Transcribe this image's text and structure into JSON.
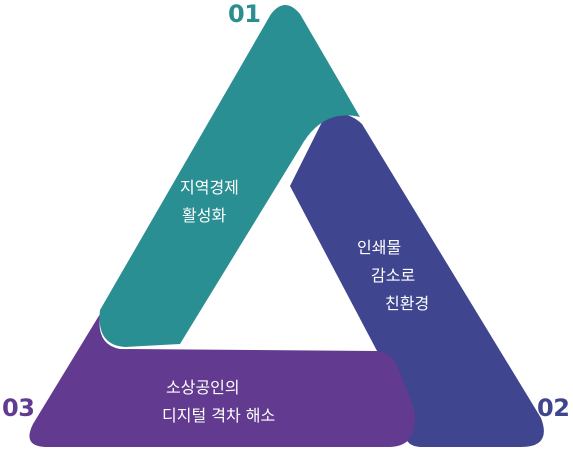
{
  "colors": {
    "teal": "#2a8f93",
    "indigo": "#3f458e",
    "purple": "#623a8f",
    "background": "#ffffff"
  },
  "segments": [
    {
      "number": "01",
      "color": "#2a8f93",
      "lines": [
        "지역경제",
        "활성화"
      ]
    },
    {
      "number": "02",
      "color": "#3f458e",
      "lines": [
        "인쇄물",
        "감소로",
        "친환경"
      ]
    },
    {
      "number": "03",
      "color": "#623a8f",
      "lines": [
        "소상공인의",
        "디지털 격차 해소"
      ]
    }
  ]
}
